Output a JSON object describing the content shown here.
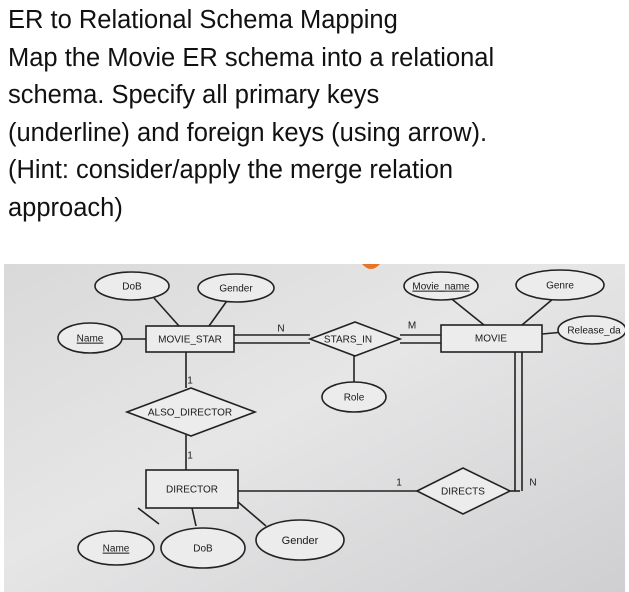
{
  "question": {
    "lines": [
      "ER to Relational Schema Mapping",
      "Map the Movie ER schema into a relational",
      "schema. Specify all primary keys",
      "(underline) and foreign keys (using arrow).",
      "(Hint: consider/apply the merge relation",
      "approach)"
    ]
  },
  "diagram": {
    "entities": {
      "movie_star": "MOVIE_STAR",
      "movie": "MOVIE",
      "director": "DIRECTOR"
    },
    "relationships": {
      "stars_in": "STARS_IN",
      "also_director": "ALSO_DIRECTOR",
      "directs": "DIRECTS"
    },
    "attributes": {
      "star_dob": "DoB",
      "star_gender": "Gender",
      "star_name": "Name",
      "movie_name": "Movie_name",
      "genre": "Genre",
      "release_date": "Release_da",
      "role": "Role",
      "director_name": "Name",
      "director_dob": "DoB",
      "director_gender": "Gender"
    },
    "cardinalities": {
      "stars_in_star": "N",
      "stars_in_movie": "M",
      "also_director_star": "1",
      "also_director_director": "1",
      "directs_director": "1",
      "directs_movie": "N"
    }
  }
}
